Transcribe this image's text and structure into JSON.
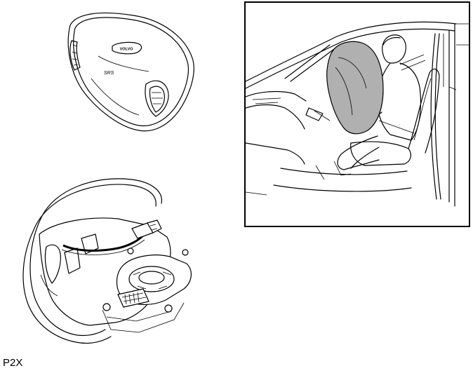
{
  "figure": {
    "code": "P2X",
    "module_badge_text": "VOLVO",
    "module_label_text": "SRS"
  },
  "colors": {
    "line": "#000000",
    "airbag_fill": "#b0b0b0",
    "background": "#ffffff"
  }
}
